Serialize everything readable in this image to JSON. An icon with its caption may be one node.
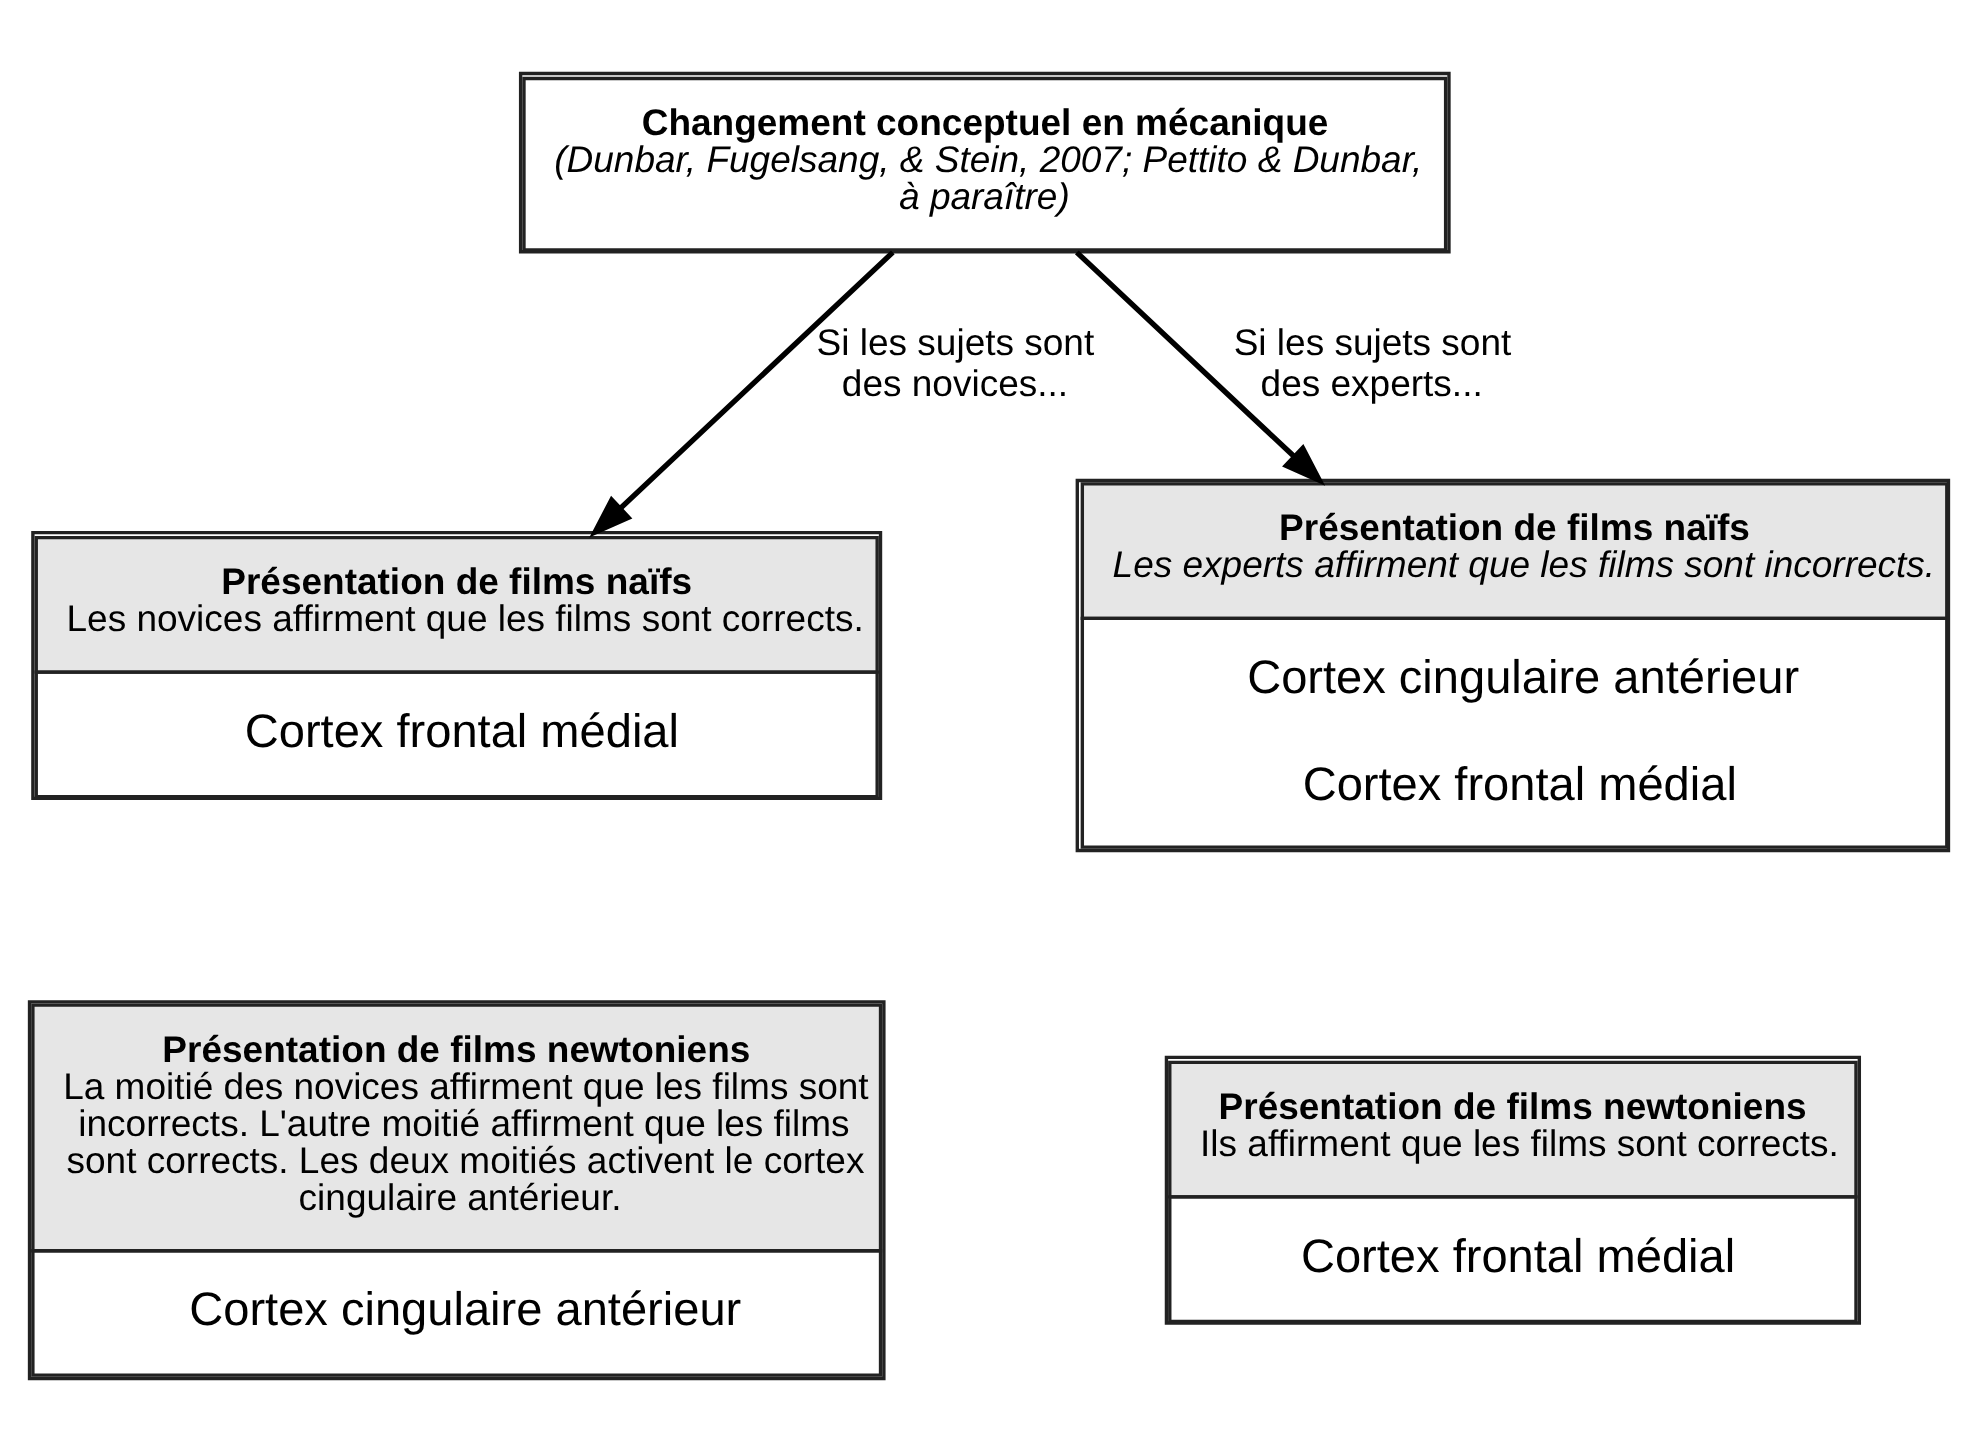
{
  "diagram": {
    "nodes": [
      {
        "text": [
          "Changement conceptuel en mécanique",
          "(Dunbar, Fugelsang, & Stein, 2007; Pettito & Dunbar, à paraître)"
        ]
      },
      {
        "text": [
          "Présentation de films naïfs",
          "Les novices affirment que les films sont corrects.",
          "Cortex frontal médial"
        ]
      },
      {
        "text": [
          "Présentation de films naïfs",
          "Les experts affirment que les films sont incorrects.",
          "Cortex cingulaire antérieur",
          "Cortex frontal médial"
        ]
      },
      {
        "text": [
          "Présentation de films newtoniens",
          "La moitié des novices affirment que les films sont incorrects. L'autre moitié affirment que les films sont corrects. Les deux moitiés activent le cortex cingulaire antérieur.",
          "Cortex cingulaire antérieur"
        ]
      },
      {
        "text": [
          "Présentation de films newtoniens",
          "Ils affirment que les films sont corrects.",
          "Cortex frontal médial"
        ]
      }
    ],
    "edges": [
      {
        "from": 0,
        "to": 1,
        "arrow": "to",
        "label": "Si les sujets sont des novices..."
      },
      {
        "from": 0,
        "to": 2,
        "arrow": "to",
        "label": "Si les sujets sont des experts..."
      }
    ]
  }
}
